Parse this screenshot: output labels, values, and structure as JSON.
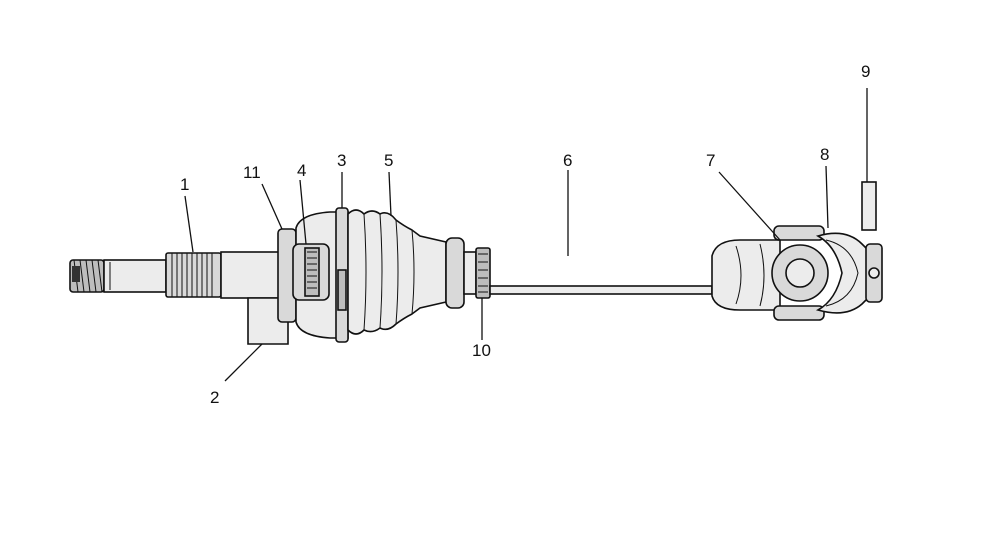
{
  "diagram": {
    "parts": [
      {
        "id": "part-1",
        "label": "1"
      },
      {
        "id": "part-2",
        "label": "2"
      },
      {
        "id": "part-3",
        "label": "3"
      },
      {
        "id": "part-4",
        "label": "4"
      },
      {
        "id": "part-5",
        "label": "5"
      },
      {
        "id": "part-6",
        "label": "6"
      },
      {
        "id": "part-7",
        "label": "7"
      },
      {
        "id": "part-8",
        "label": "8"
      },
      {
        "id": "part-9",
        "label": "9"
      },
      {
        "id": "part-10",
        "label": "10"
      },
      {
        "id": "part-11",
        "label": "11"
      }
    ]
  }
}
